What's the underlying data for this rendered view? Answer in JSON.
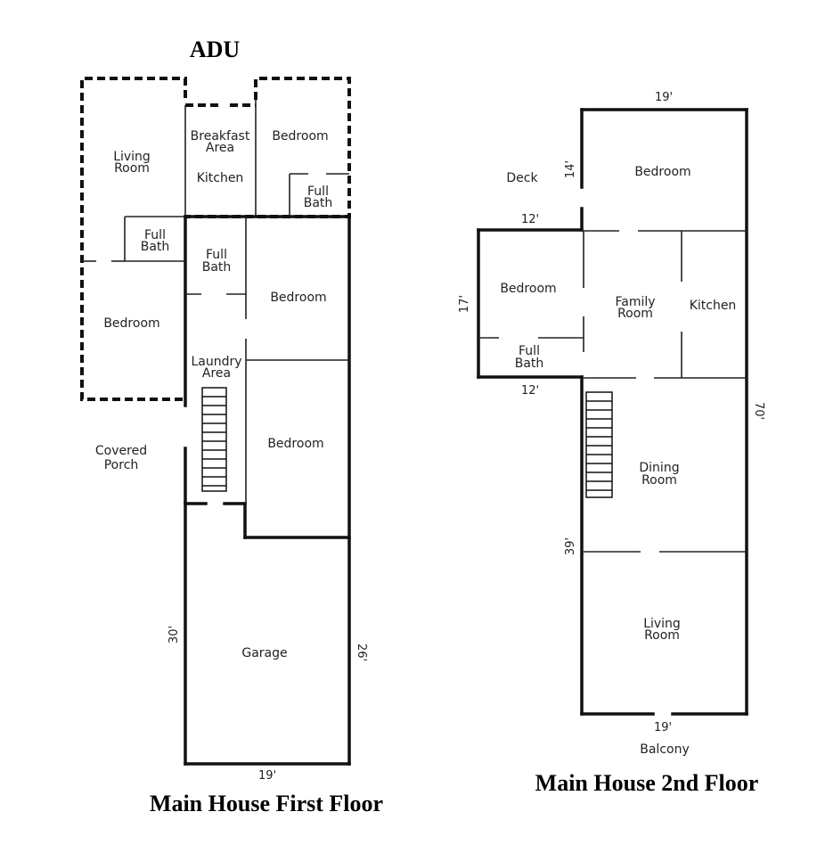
{
  "headings": {
    "adu": "ADU",
    "first_floor": "Main House First Floor",
    "second_floor": "Main House 2nd Floor"
  },
  "first_floor_rooms": {
    "living_room": [
      "Living",
      "Room"
    ],
    "breakfast_area": [
      "Breakfast",
      "Area"
    ],
    "adu_bedroom": "Bedroom",
    "kitchen": "Kitchen",
    "adu_full_bath": [
      "Full",
      "Bath"
    ],
    "adu_small_full_bath": [
      "Full",
      "Bath"
    ],
    "adu_lower_bedroom": "Bedroom",
    "main_full_bath": [
      "Full",
      "Bath"
    ],
    "bedroom_1": "Bedroom",
    "laundry_area": [
      "Laundry",
      "Area"
    ],
    "bedroom_2": "Bedroom",
    "covered_porch": [
      "Covered",
      "Porch"
    ],
    "garage": "Garage"
  },
  "first_floor_dims": {
    "left": "30'",
    "right": "26'",
    "bottom": "19'"
  },
  "second_floor_rooms": {
    "deck": "Deck",
    "bedroom_top": "Bedroom",
    "bedroom_left": "Bedroom",
    "family_room": [
      "Family",
      "Room"
    ],
    "kitchen": "Kitchen",
    "full_bath": [
      "Full",
      "Bath"
    ],
    "dining_room": [
      "Dining",
      "Room"
    ],
    "living_room": [
      "Living",
      "Room"
    ],
    "balcony": "Balcony"
  },
  "second_floor_dims": {
    "top": "19'",
    "deck_height": "14'",
    "bedroom_width_top": "12'",
    "bedroom_height": "17'",
    "bedroom_width_bottom": "12'",
    "right": "70'",
    "left_lower": "39'",
    "bottom": "19'"
  }
}
